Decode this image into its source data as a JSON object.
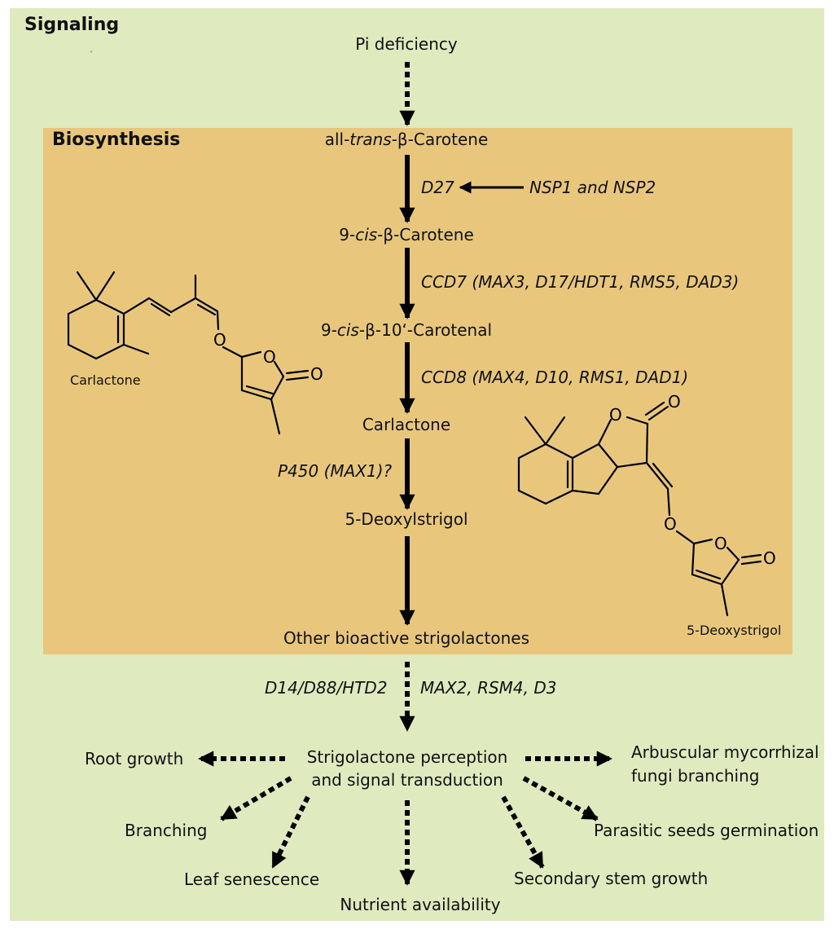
{
  "sections": {
    "signaling": "Signaling",
    "biosynthesis": "Biosynthesis"
  },
  "top": {
    "pi": "Pi deficiency"
  },
  "steps": {
    "s1_pre": "all-",
    "s1_it": "trans",
    "s1_post": "-β-Carotene",
    "s2_pre": "9-",
    "s2_it": "cis",
    "s2_post": "-β-Carotene",
    "s3_pre": "9-",
    "s3_it": "cis",
    "s3_post": "-β-10‘-Carotenal",
    "s4": "Carlactone",
    "s5": "5-Deoxylstrigol",
    "s6": "Other bioactive strigolactones"
  },
  "enzymes": {
    "d27": "D27",
    "nsp": "NSP1 and NSP2",
    "ccd7": "CCD7 (MAX3, D17/HDT1, RMS5, DAD3)",
    "ccd8": "CCD8 (MAX4, D10, RMS1, DAD1)",
    "p450": "P450 (MAX1)?"
  },
  "structures": {
    "carlactone_label": "Carlactone",
    "deoxystrigol_label": "5-Deoxystrigol",
    "oxygen": "O"
  },
  "perception": {
    "receptors": "D14/D88/HTD2",
    "signaling": "MAX2, RSM4, D3",
    "center_line1": "Strigolactone perception",
    "center_line2": "and signal transduction"
  },
  "outputs": {
    "root": "Root growth",
    "amf_line1": "Arbuscular mycorrhizal",
    "amf_line2": "fungi branching",
    "branching": "Branching",
    "parasitic": "Parasitic seeds germination",
    "leaf": "Leaf senescence",
    "secondary": "Secondary stem growth",
    "nutrient": "Nutrient availability"
  }
}
